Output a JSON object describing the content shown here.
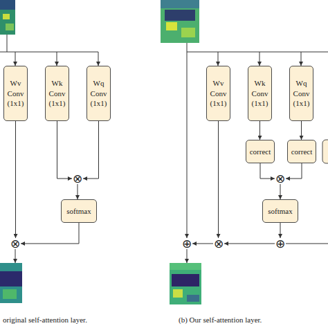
{
  "diagram": {
    "nodes": [
      {
        "text": [
          "Wv Conv (1x1)"
        ]
      },
      {
        "text": [
          "Wk Conv (1x1)"
        ]
      },
      {
        "text": [
          "Wq Conv (1x1)"
        ]
      },
      {
        "text": [
          "⊗"
        ]
      },
      {
        "text": [
          "softmax"
        ]
      },
      {
        "text": [
          "⊗"
        ]
      },
      {
        "text": [
          "Wv Conv (1x1)"
        ]
      },
      {
        "text": [
          "Wk Conv (1x1)"
        ]
      },
      {
        "text": [
          "Wq Conv (1x1)"
        ]
      },
      {
        "text": [
          "correct"
        ]
      },
      {
        "text": [
          "correct"
        ]
      },
      {
        "text": [
          "⊗"
        ]
      },
      {
        "text": [
          "softmax"
        ]
      },
      {
        "text": [
          "⊕"
        ]
      },
      {
        "text": [
          "⊗"
        ]
      },
      {
        "text": [
          "⊕"
        ]
      }
    ],
    "edges": [
      {
        "from": 1,
        "to": 3,
        "arrow": "to"
      },
      {
        "from": 2,
        "to": 3,
        "arrow": "to"
      },
      {
        "from": 3,
        "to": 4,
        "arrow": "to"
      },
      {
        "from": 4,
        "to": 5,
        "arrow": "to"
      },
      {
        "from": 0,
        "to": 5,
        "arrow": "to"
      },
      {
        "from": 7,
        "to": 9,
        "arrow": "to"
      },
      {
        "from": 8,
        "to": 10,
        "arrow": "to"
      },
      {
        "from": 9,
        "to": 11,
        "arrow": "to"
      },
      {
        "from": 10,
        "to": 11,
        "arrow": "to"
      },
      {
        "from": 11,
        "to": 12,
        "arrow": "to"
      },
      {
        "from": 12,
        "to": 15,
        "arrow": "to"
      },
      {
        "from": 15,
        "to": 14,
        "arrow": "to"
      },
      {
        "from": 6,
        "to": 14,
        "arrow": "to"
      },
      {
        "from": 14,
        "to": 13,
        "arrow": "to"
      }
    ],
    "labels": [
      "original self-attention layer.",
      "(b) Our self-attention layer."
    ]
  }
}
